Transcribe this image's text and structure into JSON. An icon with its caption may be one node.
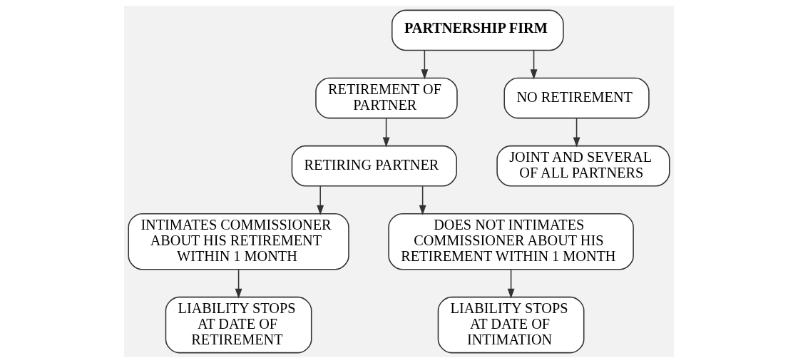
{
  "diagram": {
    "nodes": [
      {
        "text": [
          "PARTNERSHIP FIRM"
        ]
      },
      {
        "text": [
          "RETIREMENT OF PARTNER"
        ]
      },
      {
        "text": [
          "NO RETIREMENT"
        ]
      },
      {
        "text": [
          "RETIRING PARTNER"
        ]
      },
      {
        "text": [
          "JOINT AND SEVERAL OF ALL PARTNERS"
        ]
      },
      {
        "text": [
          "INTIMATES COMMISSIONER ABOUT HIS RETIREMENT WITHIN 1 MONTH"
        ]
      },
      {
        "text": [
          "DOES NOT INTIMATES COMMISSIONER ABOUT HIS RETIREMENT WITHIN 1 MONTH"
        ]
      },
      {
        "text": [
          "LIABILITY STOPS AT DATE OF RETIREMENT"
        ]
      },
      {
        "text": [
          "LIABILITY STOPS AT DATE OF INTIMATION"
        ]
      }
    ],
    "edges": [
      {
        "from": 0,
        "to": 1,
        "arrow": "to"
      },
      {
        "from": 0,
        "to": 2,
        "arrow": "to"
      },
      {
        "from": 1,
        "to": 3,
        "arrow": "to"
      },
      {
        "from": 2,
        "to": 4,
        "arrow": "to"
      },
      {
        "from": 3,
        "to": 5,
        "arrow": "to"
      },
      {
        "from": 3,
        "to": 6,
        "arrow": "to"
      },
      {
        "from": 5,
        "to": 7,
        "arrow": "to"
      },
      {
        "from": 6,
        "to": 8,
        "arrow": "to"
      }
    ]
  }
}
